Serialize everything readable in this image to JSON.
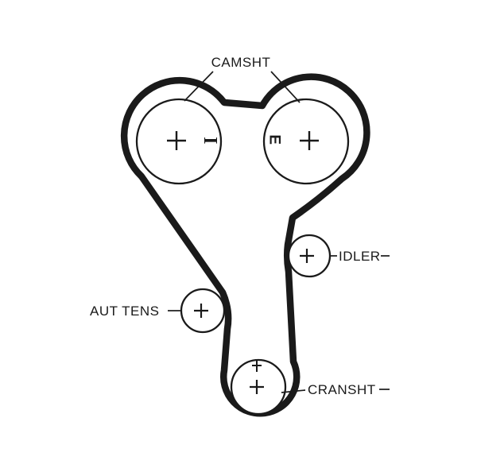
{
  "diagram": {
    "labels": {
      "camshaft": "CAMSHT",
      "idler": "IDLER",
      "tensioner": "AUT TENS",
      "crankshaft": "CRANSHT"
    },
    "marks": {
      "plus": "+",
      "left_cam_mark": "I",
      "right_cam_mark": "E"
    },
    "colors": {
      "ink": "#1a1a1a",
      "background": "#ffffff"
    }
  }
}
